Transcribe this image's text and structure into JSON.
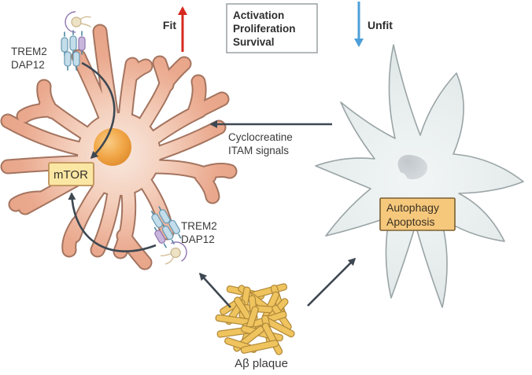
{
  "labels": {
    "fit": "Fit",
    "unfit": "Unfit",
    "outcome_box": {
      "line1": "Activation",
      "line2": "Proliferation",
      "line3": "Survival"
    },
    "receptor_top": {
      "line1": "TREM2",
      "line2": "DAP12"
    },
    "receptor_bottom": {
      "line1": "TREM2",
      "line2": "DAP12"
    },
    "signals": {
      "line1": "Cyclocreatine",
      "line2": "ITAM signals"
    },
    "mtor": "mTOR",
    "fate_box": {
      "line1": "Autophagy",
      "line2": "Apoptosis"
    },
    "plaque": "Aβ plaque"
  },
  "colors": {
    "background": "#FFFFFF",
    "text": "#3A3A3A",
    "fit_arrow": "#D6291E",
    "unfit_arrow": "#4D9FD8",
    "signal_arrow": "#3E4852",
    "fit_cell_outline": "#A4745F",
    "fit_cell_fill": "#E9A78C",
    "fit_cell_body": "#F8E8DE",
    "fit_nucleus": "#EF9D3C",
    "unfit_cell_fill": "#E7ECEC",
    "unfit_cell_outline": "#9AA4A6",
    "unfit_nucleus": "#C3C9CD",
    "mtor_box_fill": "#FBE7A4",
    "mtor_box_border": "#BE9258",
    "fate_box_fill": "#F6C87C",
    "fate_box_border": "#7A6030",
    "outcome_box_border": "#9AA0A3",
    "plaque_fill": "#EFC45F",
    "plaque_outline": "#B08838",
    "receptor_blue": "#C3DDEB",
    "receptor_blue_outline": "#6E9DB5",
    "receptor_purple": "#C9B6DD",
    "receptor_purple_outline": "#957BB3",
    "receptor_stem": "#4E87A0",
    "ligand_crescent": "#C9B7DE",
    "ligand_crescent_outline": "#8E76AE",
    "ligand_ball": "#EDE2C4",
    "ligand_ball_outline": "#C6B28A",
    "ligand_tail": "#D2BE94"
  }
}
